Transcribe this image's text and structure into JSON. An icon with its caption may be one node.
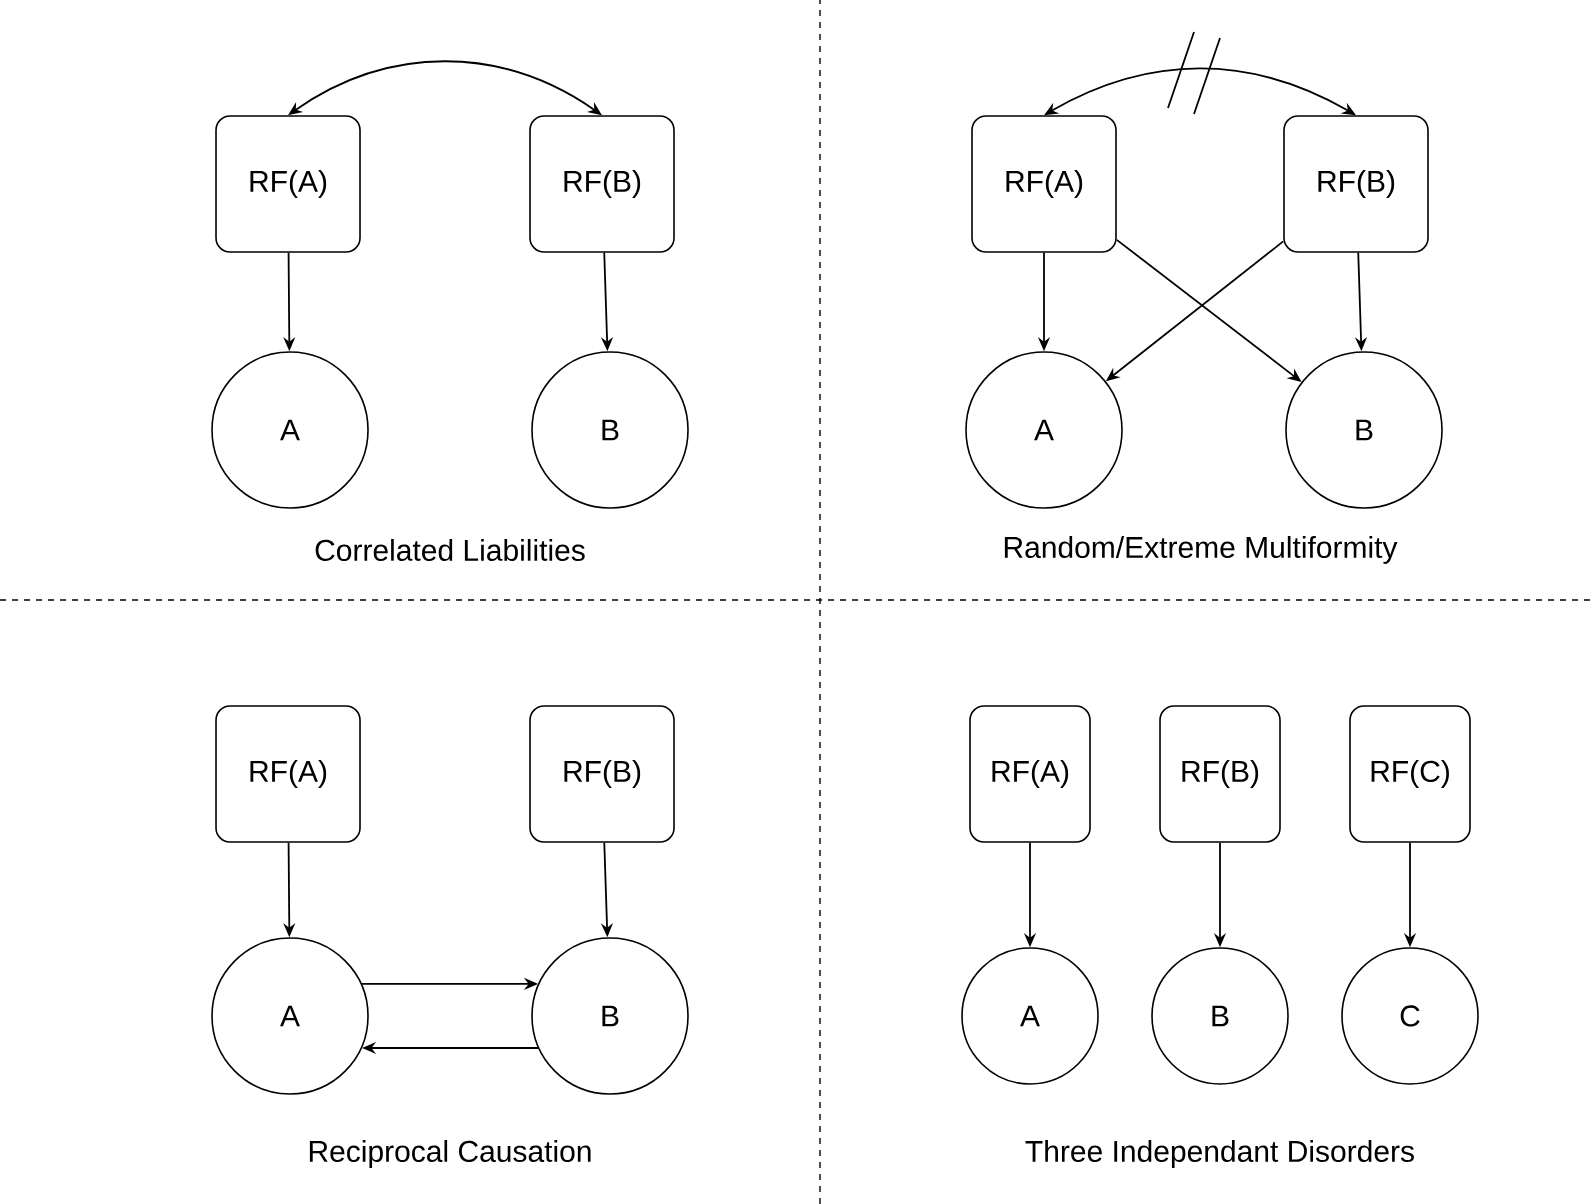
{
  "diagram": {
    "nodes": [
      {
        "text": [
          "RF(A)"
        ]
      },
      {
        "text": [
          "RF(B)"
        ]
      },
      {
        "text": [
          "A"
        ]
      },
      {
        "text": [
          "B"
        ]
      },
      {
        "text": [
          "RF(A)"
        ]
      },
      {
        "text": [
          "RF(B)"
        ]
      },
      {
        "text": [
          "A"
        ]
      },
      {
        "text": [
          "B"
        ]
      },
      {
        "text": [
          "RF(A)"
        ]
      },
      {
        "text": [
          "RF(B)"
        ]
      },
      {
        "text": [
          "A"
        ]
      },
      {
        "text": [
          "B"
        ]
      },
      {
        "text": [
          "RF(A)"
        ]
      },
      {
        "text": [
          "RF(B)"
        ]
      },
      {
        "text": [
          "RF(C)"
        ]
      },
      {
        "text": [
          "A"
        ]
      },
      {
        "text": [
          "B"
        ]
      },
      {
        "text": [
          "C"
        ]
      }
    ],
    "edges": [
      {
        "from": 0,
        "to": 2,
        "arrow": "to"
      },
      {
        "from": 1,
        "to": 3,
        "arrow": "to"
      },
      {
        "from": 0,
        "to": 1,
        "arrow": "both"
      },
      {
        "from": 4,
        "to": 5,
        "arrow": "both"
      },
      {
        "from": 4,
        "to": 6,
        "arrow": "to"
      },
      {
        "from": 4,
        "to": 7,
        "arrow": "to"
      },
      {
        "from": 5,
        "to": 6,
        "arrow": "to"
      },
      {
        "from": 5,
        "to": 7,
        "arrow": "to"
      },
      {
        "from": 8,
        "to": 10,
        "arrow": "to"
      },
      {
        "from": 9,
        "to": 11,
        "arrow": "to"
      },
      {
        "from": 10,
        "to": 11,
        "arrow": "to"
      },
      {
        "from": 11,
        "to": 10,
        "arrow": "to"
      },
      {
        "from": 12,
        "to": 15,
        "arrow": "to"
      },
      {
        "from": 13,
        "to": 16,
        "arrow": "to"
      },
      {
        "from": 14,
        "to": 17,
        "arrow": "to"
      }
    ],
    "labels": [
      "Correlated Liabilities",
      "Random/Extreme Multiformity",
      "Reciprocal Causation",
      "Three Independant Disorders"
    ]
  }
}
